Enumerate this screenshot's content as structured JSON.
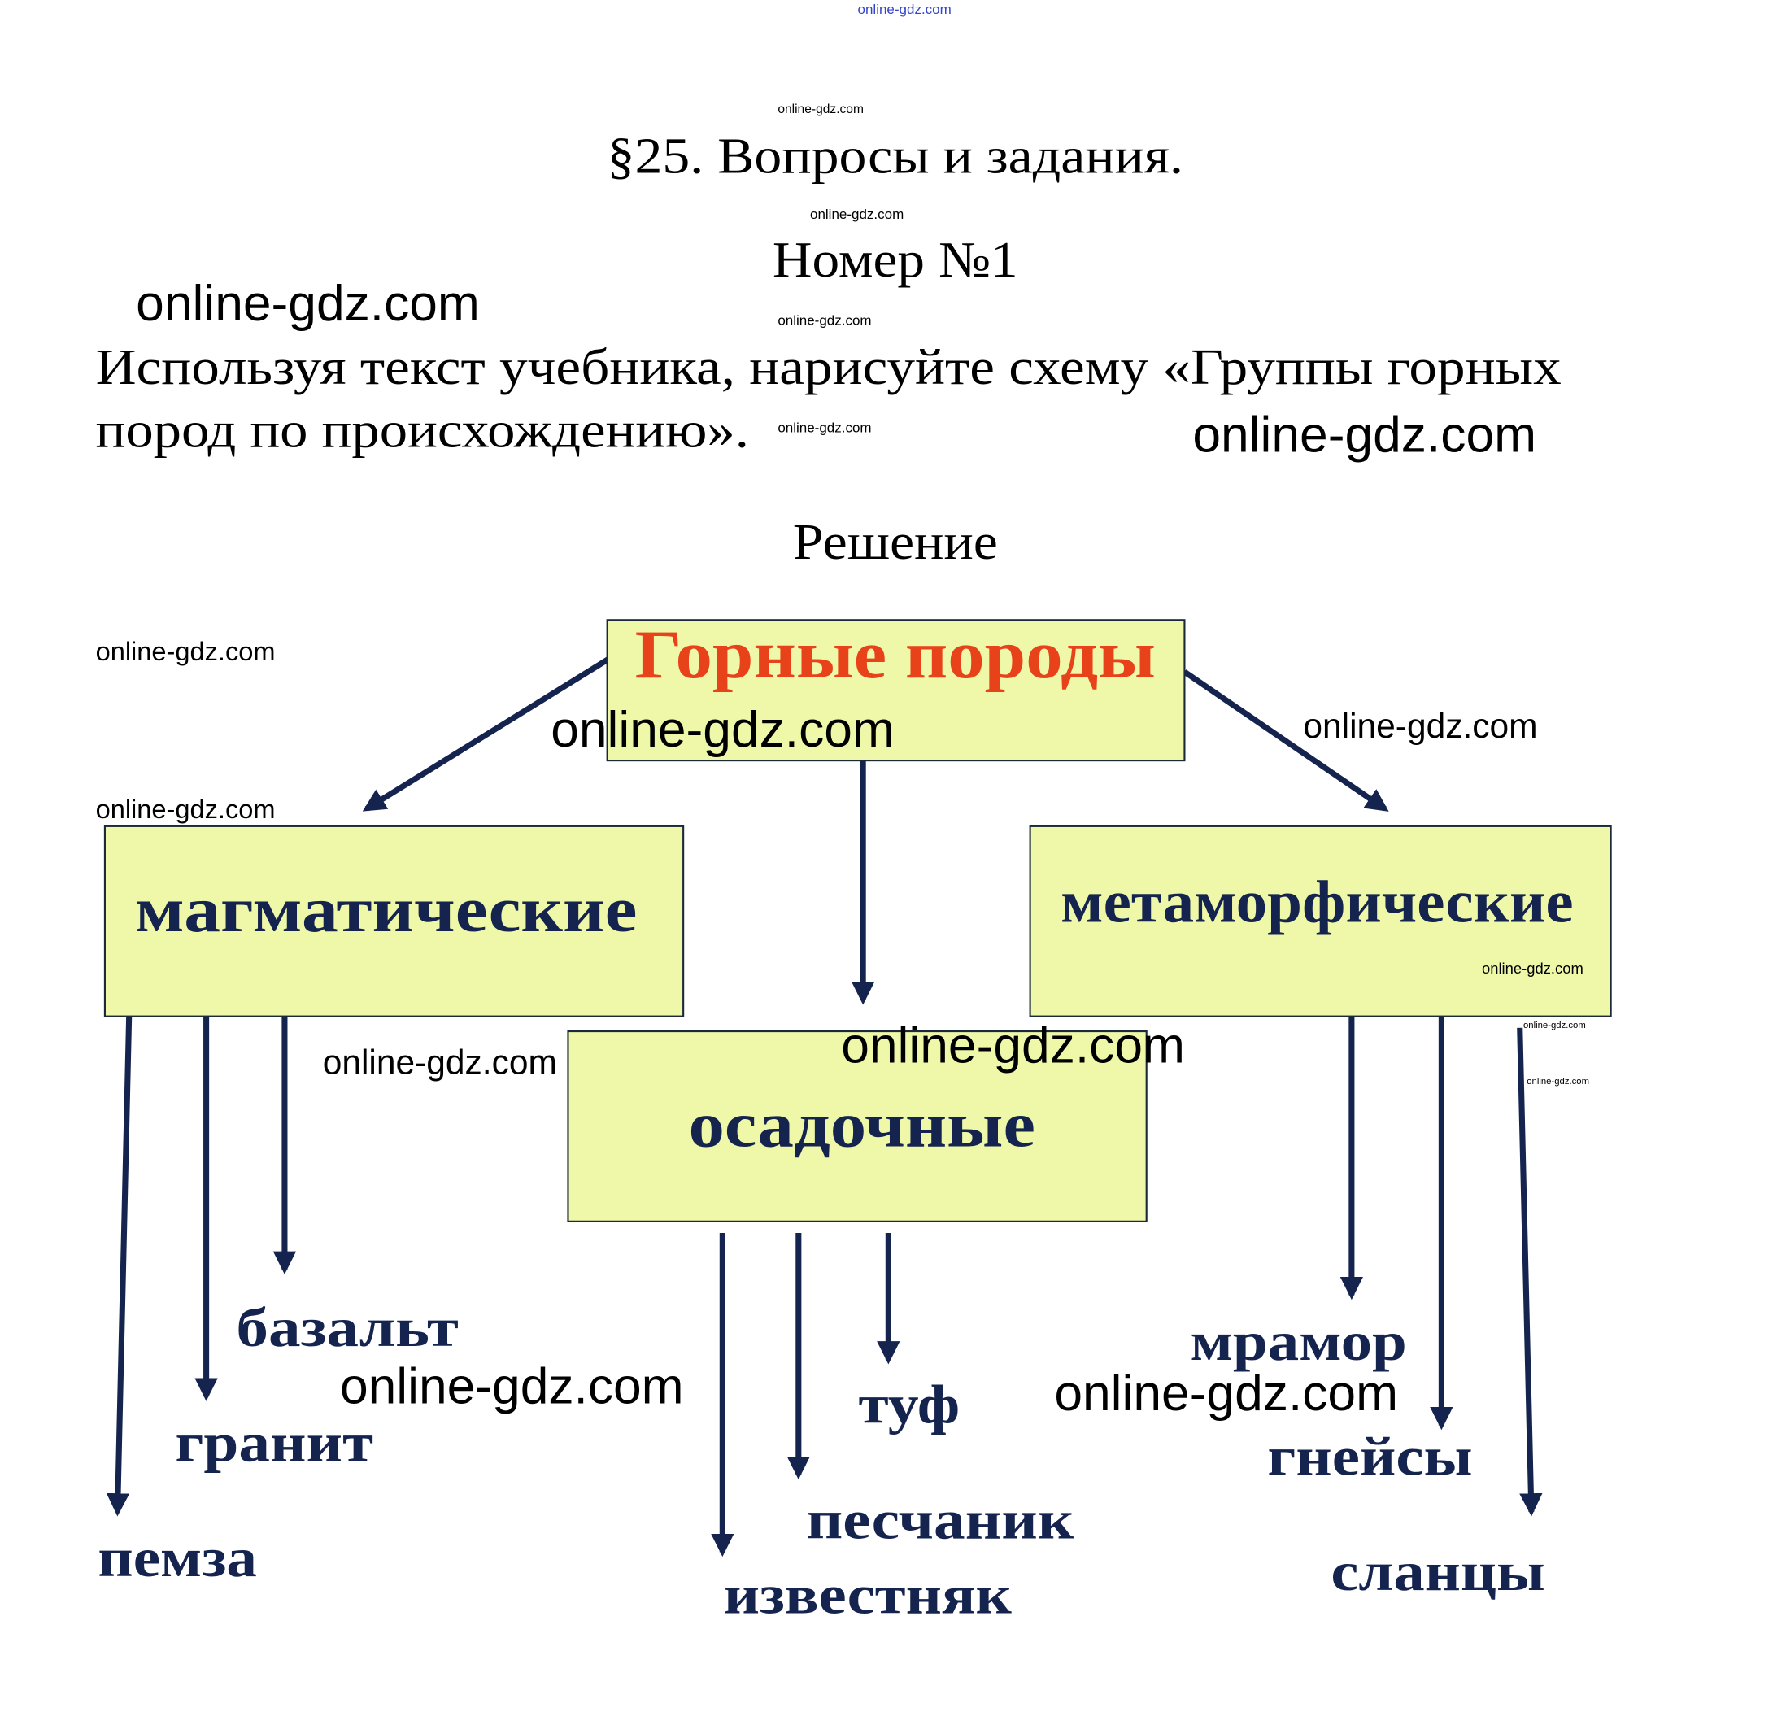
{
  "header": {
    "watermark_top": "online-gdz.com",
    "title": "§25. Вопросы и задания.",
    "number": "Номер №1",
    "task_line1": "Используя текст учебника, нарисуйте схему «Группы горных",
    "task_line2": "пород по происхождению».",
    "solution": "Решение"
  },
  "diagram": {
    "root": "Горные породы",
    "groups": {
      "igneous": "магматические",
      "sedimentary": "осадочные",
      "metamorphic": "метаморфические"
    },
    "examples": {
      "igneous": [
        "базальт",
        "гранит",
        "пемза"
      ],
      "sedimentary": [
        "туф",
        "песчаник",
        "известняк"
      ],
      "metamorphic": [
        "мрамор",
        "гнейсы",
        "сланцы"
      ]
    }
  },
  "watermark": "online-gdz.com",
  "colors": {
    "box_fill": "#eff8a9",
    "root_text": "#e8421a",
    "group_text": "#15244f"
  }
}
